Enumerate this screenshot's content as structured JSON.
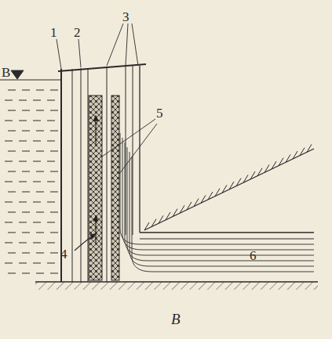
{
  "diagram": {
    "caption": "В",
    "labels": [
      "В",
      "1",
      "2",
      "3",
      "5",
      "4",
      "6"
    ]
  }
}
